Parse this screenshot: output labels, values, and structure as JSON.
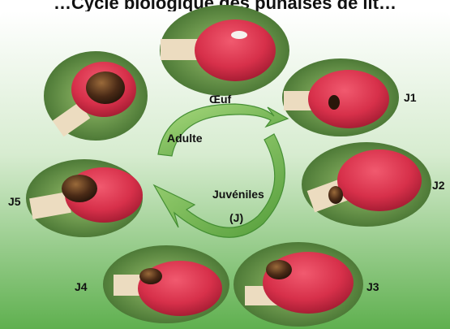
{
  "title": "…Cycle biologique des punaises de lit…",
  "labels": {
    "egg": "Œuf",
    "adult": "Adulte",
    "juveniles": "Juvéniles",
    "juveniles_abbr": "(J)",
    "j1": "J1",
    "j2": "J2",
    "j3": "J3",
    "j4": "J4",
    "j5": "J5"
  },
  "colors": {
    "panel_top": "#ffffff",
    "panel_bottom": "#5fb04f",
    "match_head": "#d7304a",
    "match_stick": "#ecdcc0",
    "arrow_green": "#7cc24f",
    "arrow_dark": "#3f8b2d"
  }
}
